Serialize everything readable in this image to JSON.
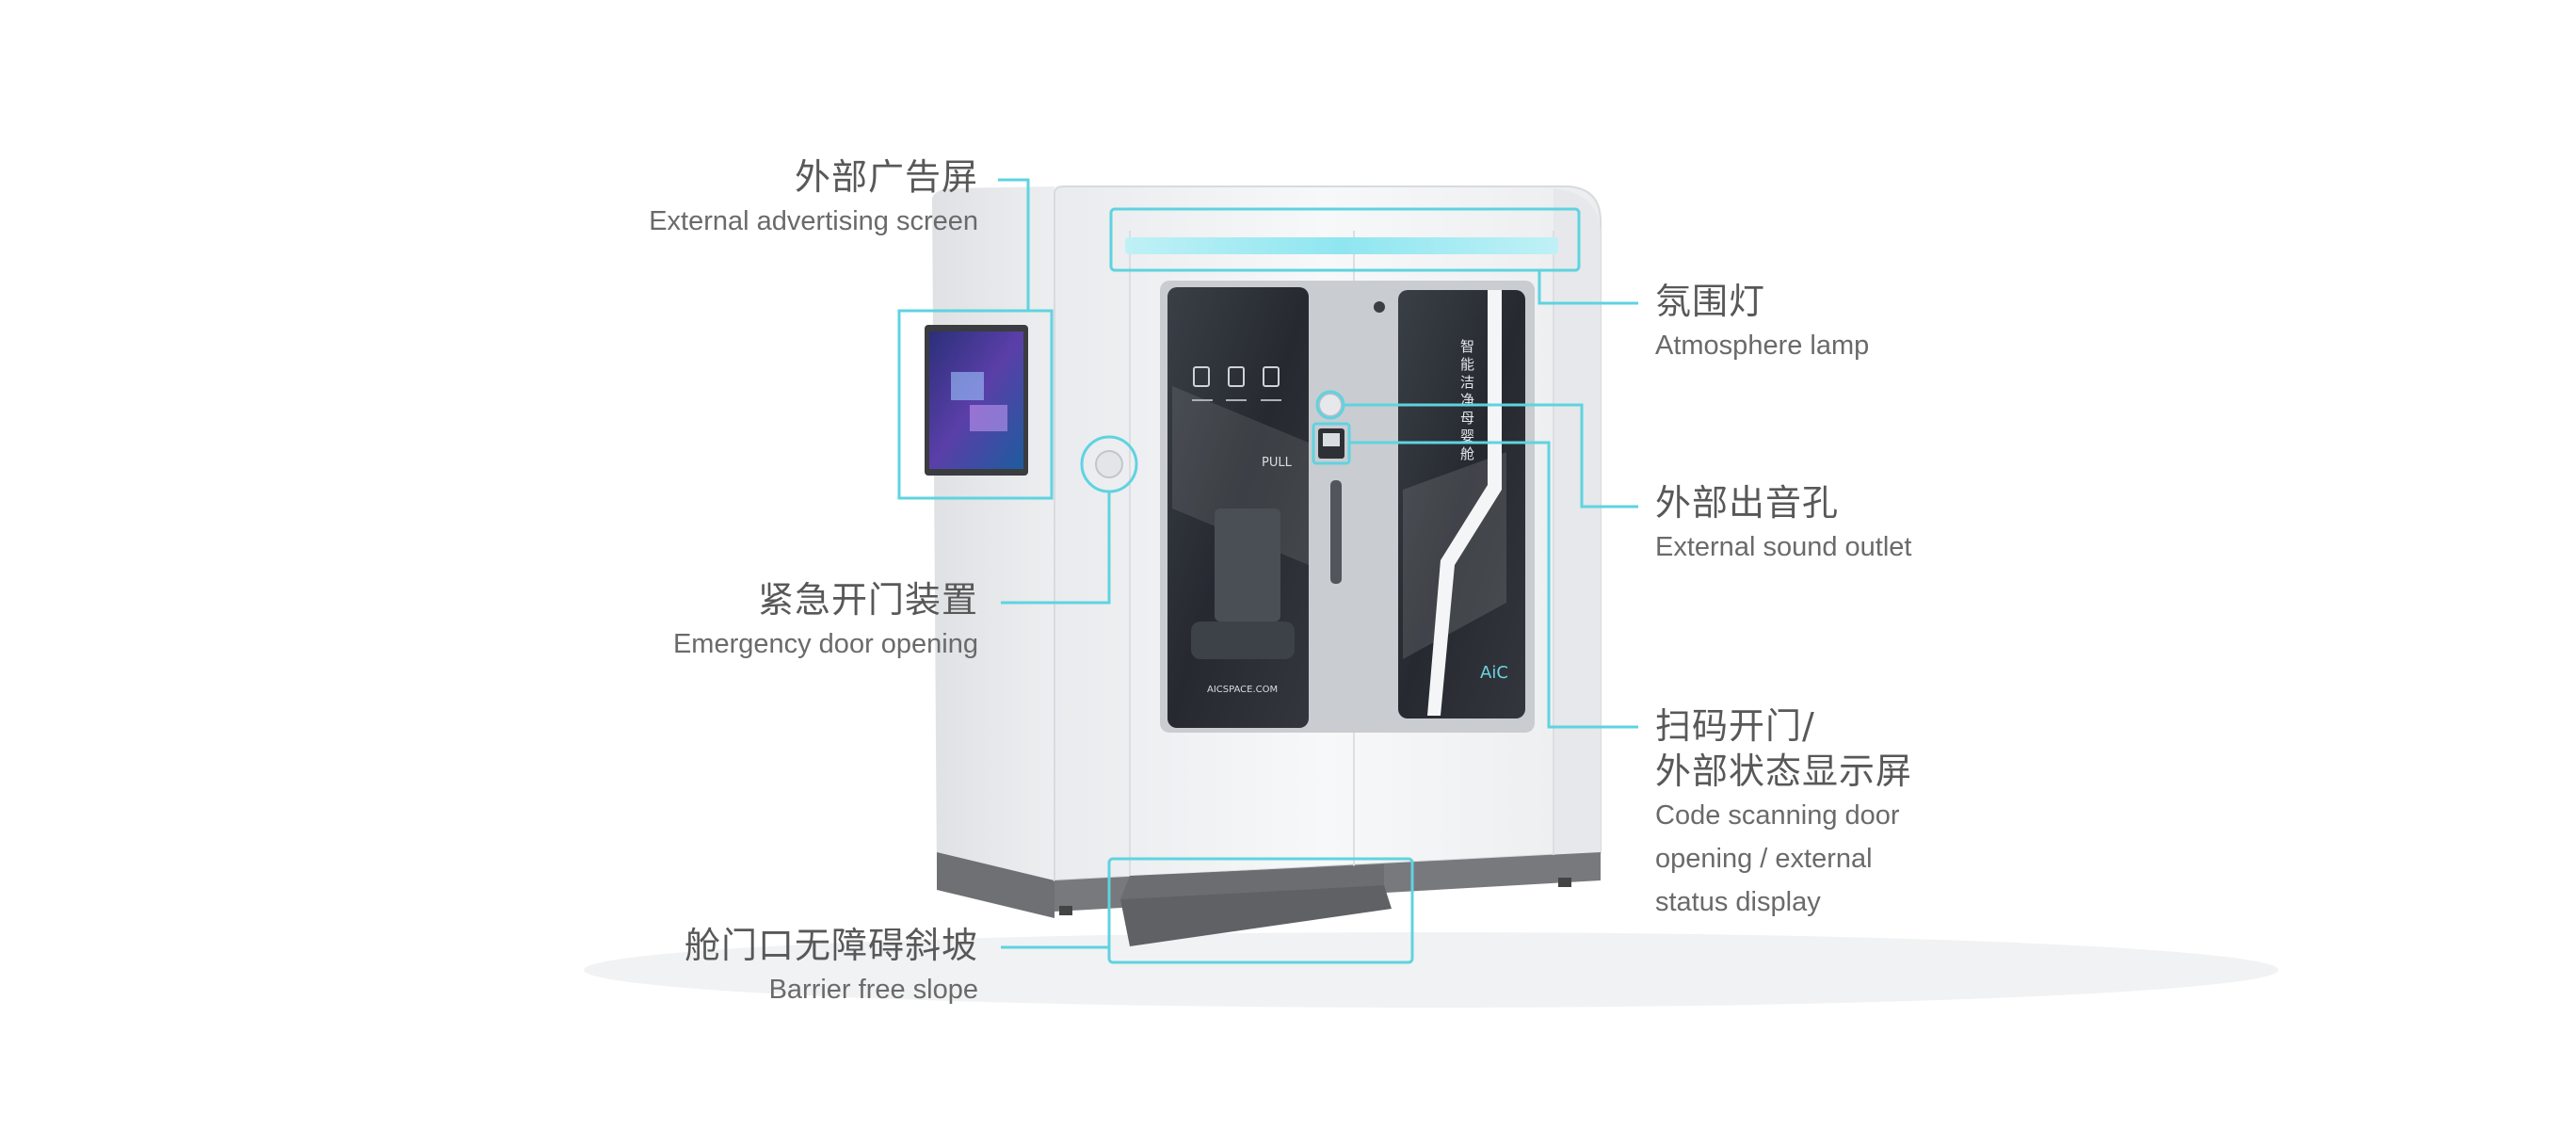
{
  "annotations": {
    "ad_screen": {
      "zh": "外部广告屏",
      "en": "External advertising screen"
    },
    "emergency": {
      "zh": "紧急开门装置",
      "en": "Emergency door opening"
    },
    "slope": {
      "zh": "舱门口无障碍斜坡",
      "en": "Barrier free slope"
    },
    "lamp": {
      "zh": "氛围灯",
      "en": "Atmosphere lamp"
    },
    "sound": {
      "zh": "外部出音孔",
      "en": "External sound outlet"
    },
    "scan": {
      "zh_line1": "扫码开门/",
      "zh_line2": "外部状态显示屏",
      "en_line1": "Code scanning door",
      "en_line2": "opening / external",
      "en_line3": "status display"
    }
  },
  "device_text": {
    "pull": "PULL",
    "website": "AICSPACE.COM",
    "vertical_sign": "智能洁净母婴舱",
    "logo": "AiC"
  },
  "colors": {
    "accent": "#5fd3e0",
    "cabin": "#f2f3f5",
    "glass": "#2b2f35",
    "base": "#6d6f73"
  }
}
